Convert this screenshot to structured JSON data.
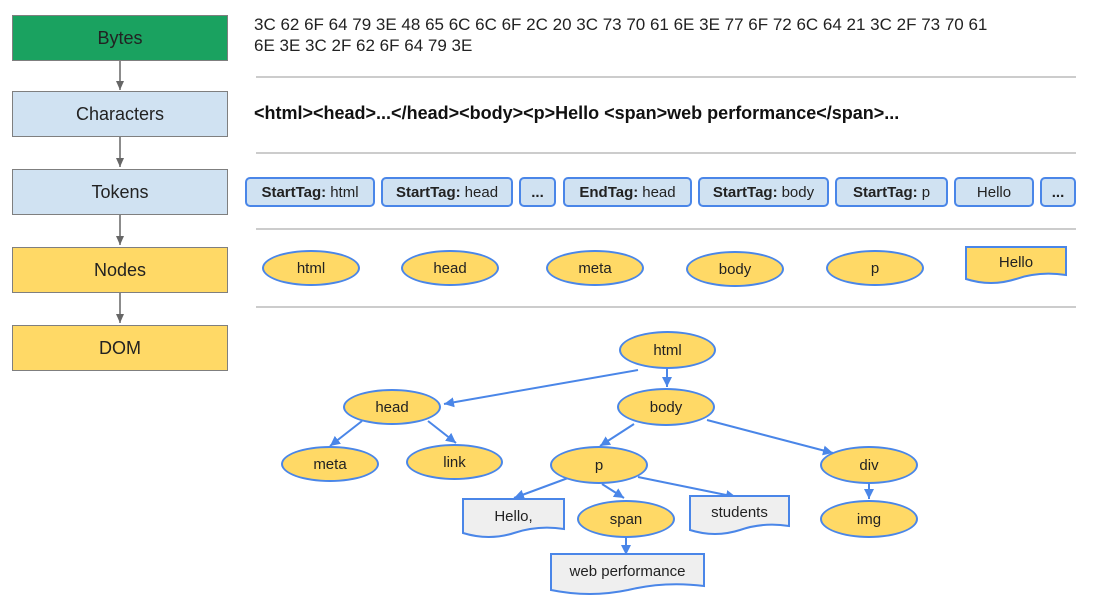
{
  "stages": [
    {
      "label": "Bytes",
      "color": "#1aa260"
    },
    {
      "label": "Characters",
      "color": "#d0e2f2"
    },
    {
      "label": "Tokens",
      "color": "#d0e2f2"
    },
    {
      "label": "Nodes",
      "color": "#ffd966"
    },
    {
      "label": "DOM",
      "color": "#ffd966"
    }
  ],
  "bytes": {
    "line1": "3C 62 6F 64 79 3E 48 65 6C 6C 6F 2C 20 3C 73 70 61 6E 3E 77 6F 72 6C 64 21 3C 2F 73 70 61",
    "line2": "6E 3E 3C 2F 62 6F 64 79 3E"
  },
  "characters": {
    "text": "<html><head>...</head><body><p>Hello <span>web performance</span>..."
  },
  "tokens": [
    {
      "kind": "StartTag:",
      "name": "html"
    },
    {
      "kind": "StartTag:",
      "name": "head"
    },
    {
      "kind": "",
      "name": "..."
    },
    {
      "kind": "EndTag:",
      "name": "head"
    },
    {
      "kind": "StartTag:",
      "name": "body"
    },
    {
      "kind": "StartTag:",
      "name": "p"
    },
    {
      "kind": "",
      "name": "Hello"
    },
    {
      "kind": "",
      "name": "..."
    }
  ],
  "nodes": [
    "html",
    "head",
    "meta",
    "body",
    "p",
    "Hello"
  ],
  "dom": {
    "html": "html",
    "head": "head",
    "body": "body",
    "meta": "meta",
    "link": "link",
    "p": "p",
    "div": "div",
    "hello": "Hello,",
    "span": "span",
    "students": "students",
    "img": "img",
    "web_performance": "web performance"
  },
  "colors": {
    "accent_line": "#4a86e8",
    "element_fill": "#ffd966",
    "token_fill": "#d0e2f2",
    "text_fill": "#efefef",
    "bytes_fill": "#1aa260",
    "separator": "#cccccc",
    "arrow_grey": "#666666"
  }
}
